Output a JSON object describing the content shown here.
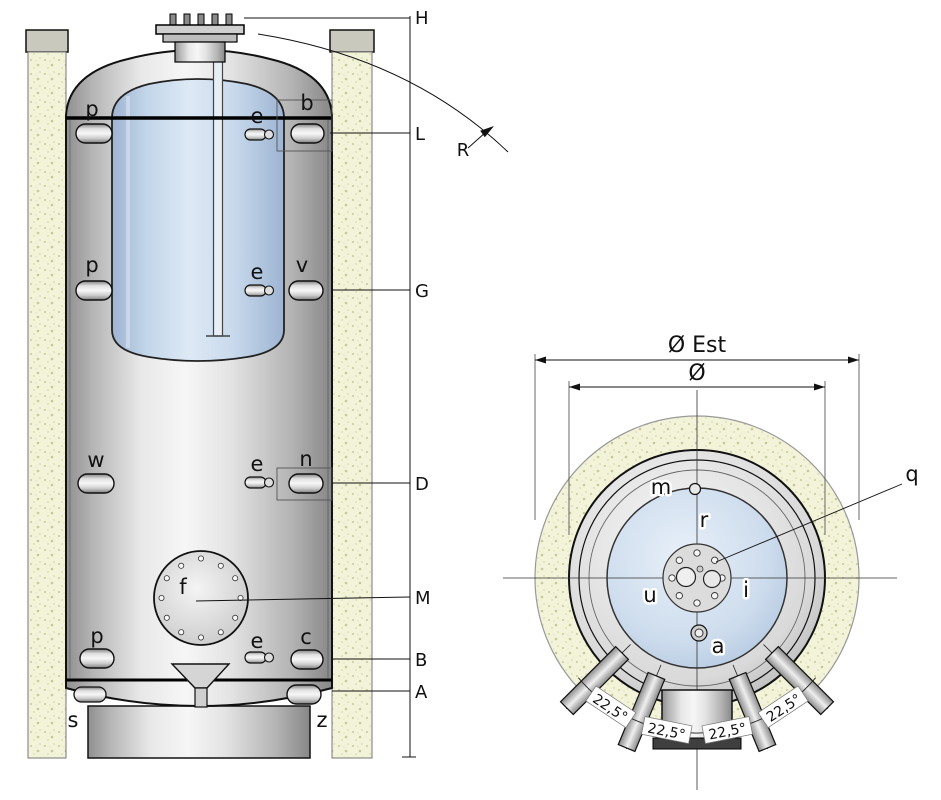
{
  "figure": {
    "type": "technical-diagram",
    "description": "Thermal buffer storage tank: sectional front view with port letters and height levels, plus top cross-section view with diameters and leg angles"
  },
  "front": {
    "ports": {
      "p1": "p",
      "e1": "e",
      "b": "b",
      "p2": "p",
      "e2": "e",
      "v": "v",
      "w": "w",
      "e3": "e",
      "n": "n",
      "f": "f",
      "p3": "p",
      "e4": "e",
      "c": "c",
      "s": "s",
      "z": "z"
    },
    "dims": {
      "H": "H",
      "L": "L",
      "G": "G",
      "D": "D",
      "M": "M",
      "B": "B",
      "A": "A"
    },
    "radius": "R"
  },
  "top": {
    "dim_outer": "Ø Est",
    "dim_inner": "Ø",
    "ports": {
      "m": "m",
      "r": "r",
      "q": "q",
      "u": "u",
      "i": "i",
      "a": "a"
    },
    "angles": {
      "a1": "22,5°",
      "a2": "22,5°",
      "a3": "22,5°",
      "a4": "22,5°"
    }
  },
  "colors": {
    "background": "#ffffff",
    "insulation": "#f2f3d9",
    "insulation_speckle": "#c6c99c",
    "tank_metal_light": "#f6f6f6",
    "tank_metal_dark": "#8f8f8f",
    "inner_tank_blue": "#c9d9ec",
    "line": "#111111"
  }
}
